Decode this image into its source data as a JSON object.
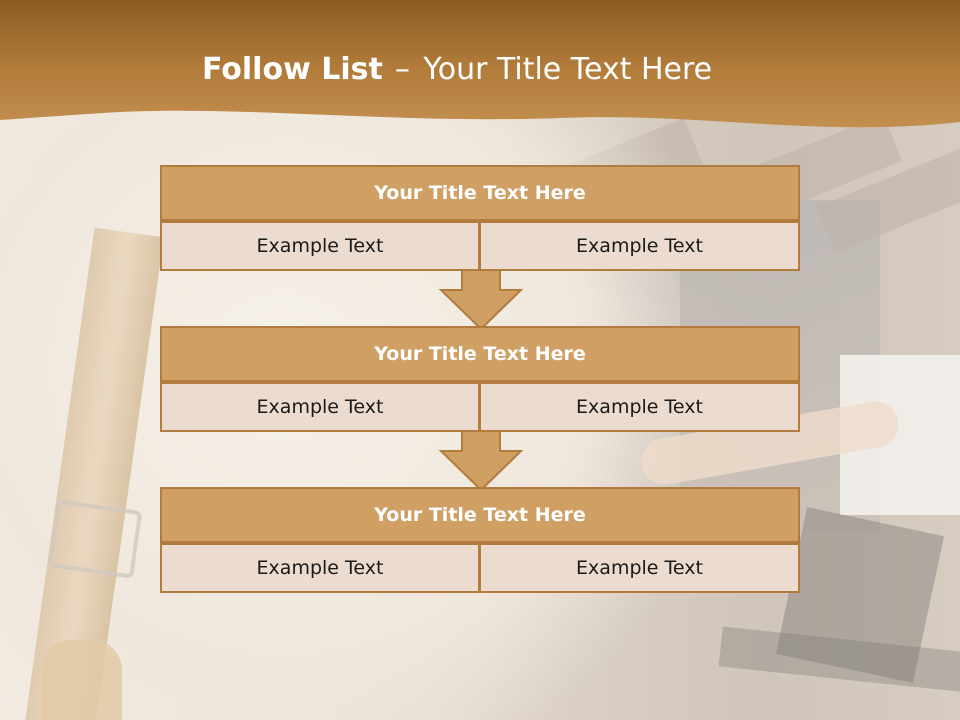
{
  "header": {
    "title_strong": "Follow List",
    "title_separator": "–",
    "title_rest": "Your Title Text Here"
  },
  "colors": {
    "banner": "#b98543",
    "block_title_fill": "#cf9f64",
    "block_border": "#b27c3e",
    "cell_fill": "#ebdccf",
    "arrow_fill": "#cf9f64"
  },
  "blocks": [
    {
      "title": "Your Title Text Here",
      "cells": [
        "Example Text",
        "Example Text"
      ]
    },
    {
      "title": "Your Title Text Here",
      "cells": [
        "Example Text",
        "Example Text"
      ]
    },
    {
      "title": "Your Title Text Here",
      "cells": [
        "Example Text",
        "Example Text"
      ]
    }
  ],
  "connectors": [
    "down-arrow-icon",
    "down-arrow-icon"
  ]
}
